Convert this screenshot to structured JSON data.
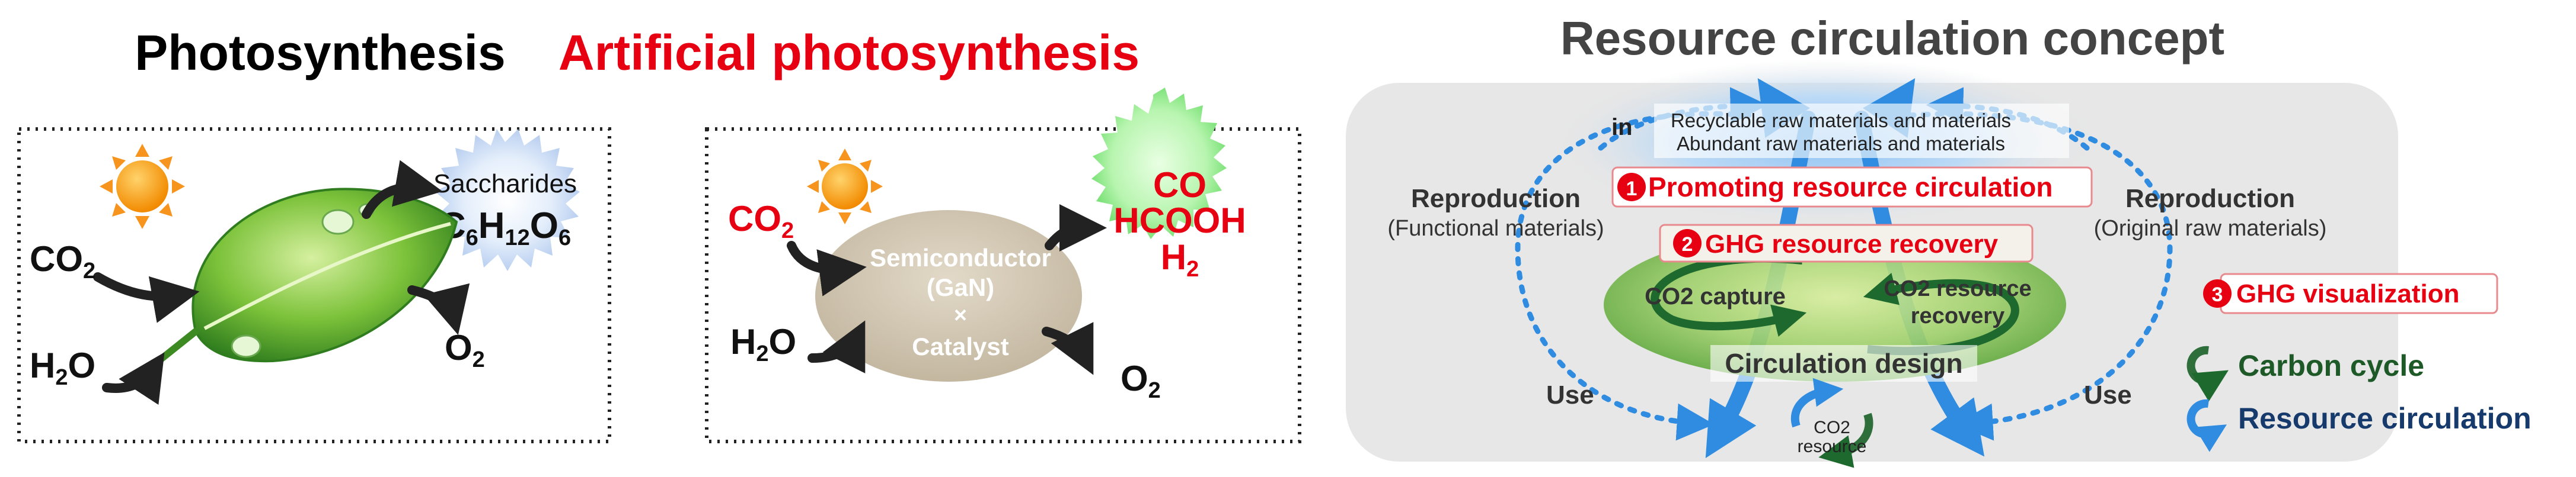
{
  "panel1": {
    "title": "Photosynthesis",
    "saccharides_label": "Saccharides",
    "saccharides_formula": {
      "c": "C",
      "c_sub": "6",
      "h": "H",
      "h_sub": "12",
      "o": "O",
      "o_sub": "6"
    },
    "co2": {
      "base": "CO",
      "sub": "2"
    },
    "h2o": {
      "base": "H",
      "sub": "2",
      "tail": "O"
    },
    "o2": {
      "base": "O",
      "sub": "2"
    }
  },
  "panel2": {
    "title": "Artificial photosynthesis",
    "co2": {
      "base": "CO",
      "sub": "2"
    },
    "h2o": {
      "base": "H",
      "sub": "2",
      "tail": "O"
    },
    "o2": {
      "base": "O",
      "sub": "2"
    },
    "catalyst_lines": [
      "Semiconductor",
      "(GaN)",
      "×",
      "Catalyst"
    ],
    "products": {
      "co": "CO",
      "hcooh": "HCOOH",
      "h2": {
        "base": "H",
        "sub": "2"
      }
    }
  },
  "panel3": {
    "title": "Resource circulation concept",
    "in_label": "in",
    "raw_materials_1": "Recyclable raw materials and materials",
    "raw_materials_2": "Abundant raw materials and materials",
    "reproduction_left": "Reproduction",
    "reproduction_left_sub": "(Functional materials)",
    "reproduction_right": "Reproduction",
    "reproduction_right_sub": "(Original raw materials)",
    "item1_num": "1",
    "item1_label": "Promoting resource circulation",
    "item2_num": "2",
    "item2_label": "GHG resource recovery",
    "item3_num": "3",
    "item3_label": "GHG visualization",
    "co2_capture": "CO2 capture",
    "co2_recovery_1": "CO2 resource",
    "co2_recovery_2": "recovery",
    "circulation_design": "Circulation design",
    "use_left": "Use",
    "use_right": "Use",
    "co2_resource_1": "CO2",
    "co2_resource_2": "resource",
    "legend_carbon": "Carbon cycle",
    "legend_resource": "Resource circulation"
  },
  "colors": {
    "red": "#e60012",
    "dark_green": "#1e5a28",
    "navy": "#163a6b",
    "blue": "#2f8ce0",
    "sun": "#f7941d",
    "leaf": "#7cc23a"
  }
}
